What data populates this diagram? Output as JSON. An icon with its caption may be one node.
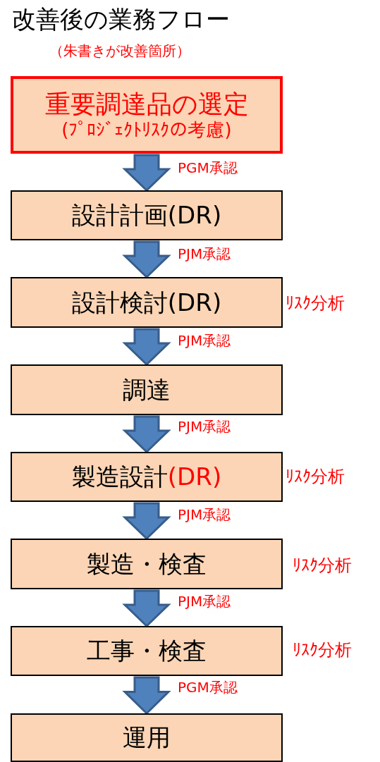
{
  "diagram": {
    "title": "改善後の業務フロー",
    "caption": "（朱書きが改善箇所）",
    "nodes": [
      {
        "text": [
          "重要調達品の選定",
          "(ﾌﾟﾛｼﾞｪｸﾄﾘｽｸの考慮)"
        ]
      },
      {
        "text": [
          "設計計画(DR)"
        ]
      },
      {
        "text": [
          "設計検討(DR)"
        ],
        "beside": [
          "ﾘｽｸ分析"
        ]
      },
      {
        "text": [
          "調達"
        ]
      },
      {
        "text": [
          "製造設計",
          "(DR)"
        ],
        "beside": [
          "ﾘｽｸ分析"
        ]
      },
      {
        "text": [
          "製造・検査"
        ],
        "beside": [
          "ﾘｽｸ分析"
        ]
      },
      {
        "text": [
          "工事・検査"
        ],
        "beside": [
          "ﾘｽｸ分析"
        ]
      },
      {
        "text": [
          "運用"
        ]
      }
    ],
    "edges": [
      {
        "from": 0,
        "to": 1,
        "arrow": "to",
        "label": "PGM承認"
      },
      {
        "from": 1,
        "to": 2,
        "arrow": "to",
        "label": "PJM承認"
      },
      {
        "from": 2,
        "to": 3,
        "arrow": "to",
        "label": "PJM承認"
      },
      {
        "from": 3,
        "to": 4,
        "arrow": "to",
        "label": "PJM承認"
      },
      {
        "from": 4,
        "to": 5,
        "arrow": "to",
        "label": "PJM承認"
      },
      {
        "from": 5,
        "to": 6,
        "arrow": "to",
        "label": "PJM承認"
      },
      {
        "from": 6,
        "to": 7,
        "arrow": "to",
        "label": "PGM承認"
      }
    ]
  }
}
